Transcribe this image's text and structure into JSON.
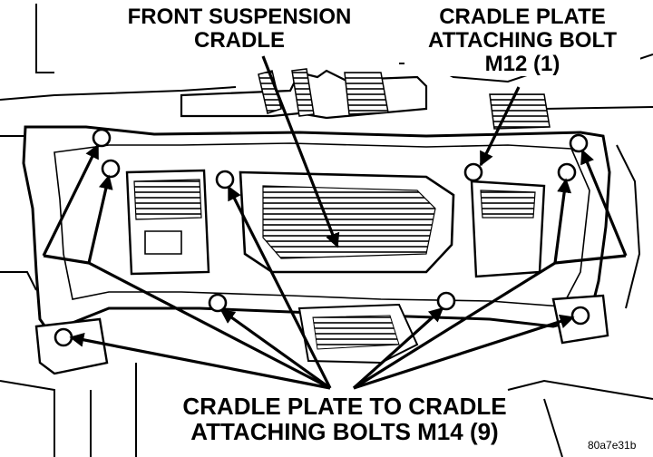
{
  "labels": {
    "front_suspension_cradle": [
      "FRONT SUSPENSION",
      "CRADLE"
    ],
    "m12_bolt": [
      "CRADLE PLATE",
      "ATTACHING BOLT",
      "M12 (1)"
    ],
    "m14_bolts": [
      "CRADLE PLATE TO CRADLE",
      "ATTACHING BOLTS M14 (9)"
    ],
    "figure_code": "80a7e31b"
  },
  "colors": {
    "ink": "#000000",
    "paper": "#ffffff"
  }
}
